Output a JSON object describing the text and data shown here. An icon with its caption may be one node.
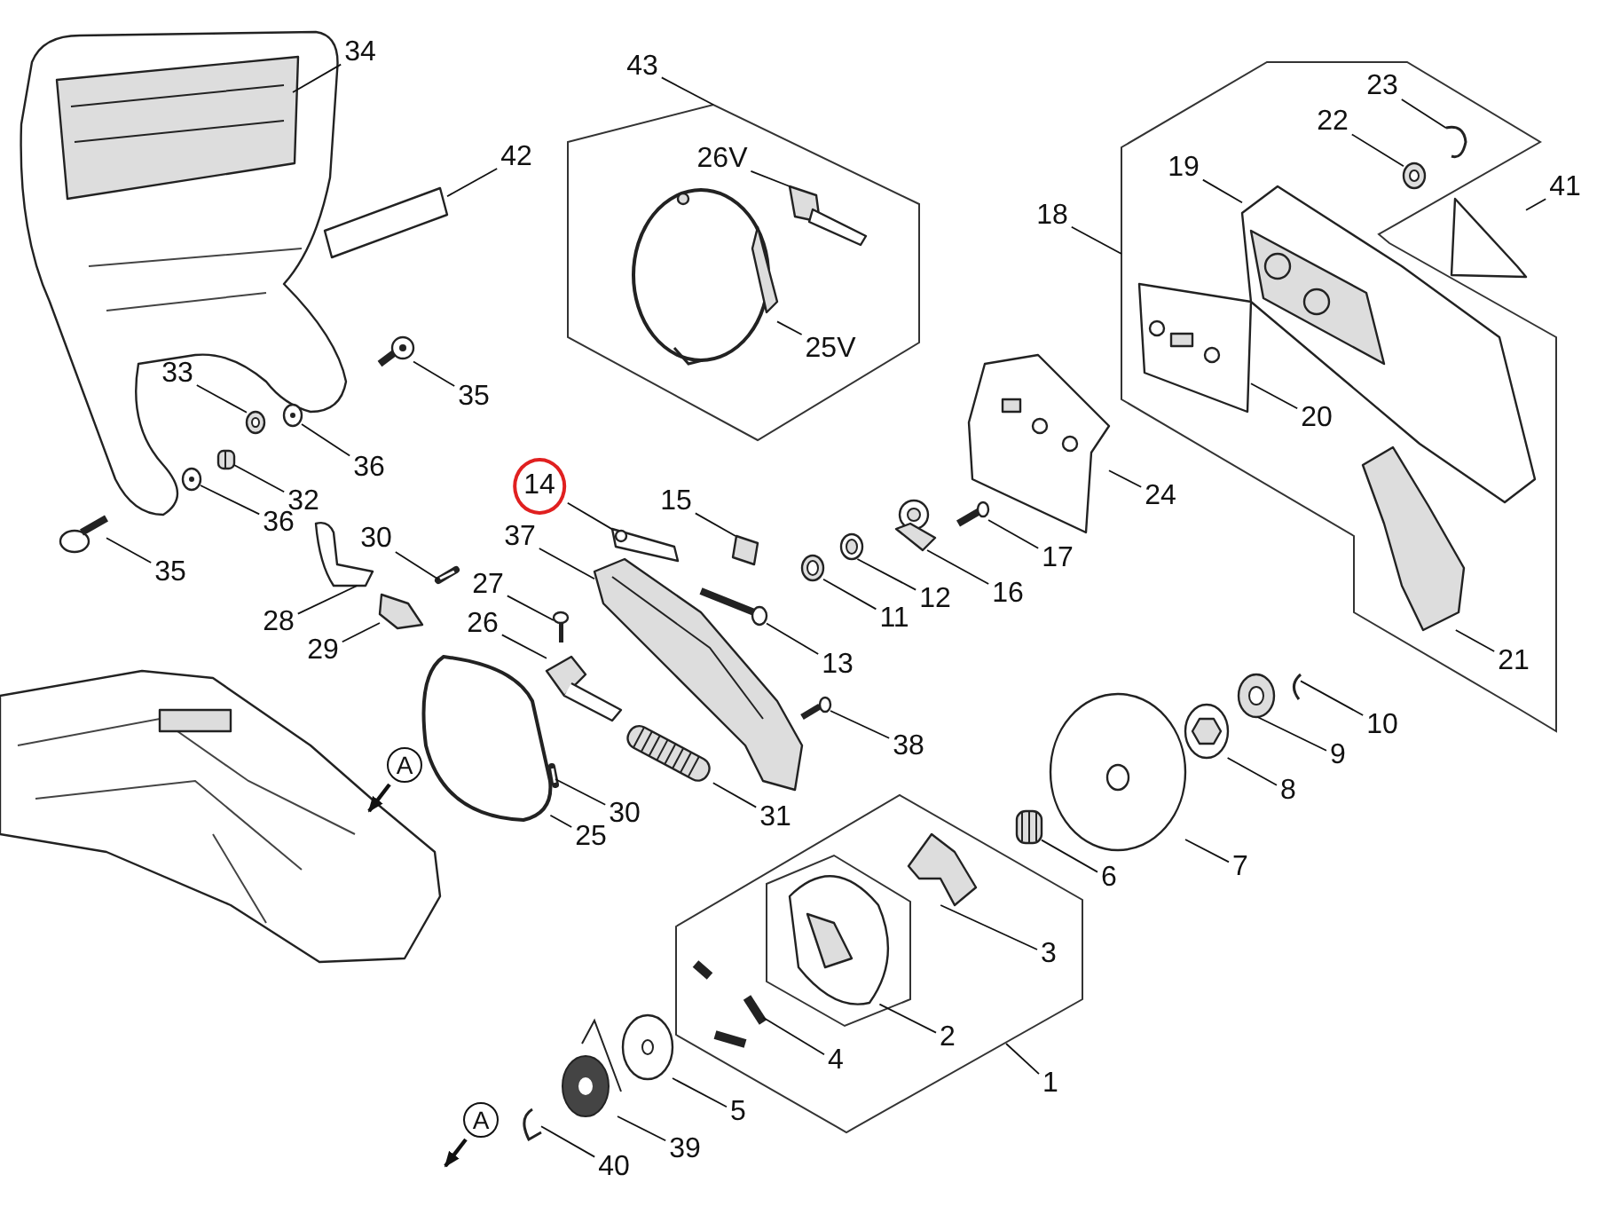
{
  "diagram": {
    "nodes": [
      {
        "text": [
          "34"
        ]
      },
      {
        "text": [
          "42"
        ]
      },
      {
        "text": [
          "43"
        ]
      },
      {
        "text": [
          "26V"
        ]
      },
      {
        "text": [
          "23"
        ]
      },
      {
        "text": [
          "22"
        ]
      },
      {
        "text": [
          "41"
        ]
      },
      {
        "text": [
          "19"
        ]
      },
      {
        "text": [
          "18"
        ]
      },
      {
        "text": [
          "25V"
        ]
      },
      {
        "text": [
          "33"
        ]
      },
      {
        "text": [
          "35"
        ]
      },
      {
        "text": [
          "20"
        ]
      },
      {
        "text": [
          "36"
        ]
      },
      {
        "text": [
          "14"
        ]
      },
      {
        "text": [
          "24"
        ]
      },
      {
        "text": [
          "32"
        ]
      },
      {
        "text": [
          "36"
        ]
      },
      {
        "text": [
          "15"
        ]
      },
      {
        "text": [
          "37"
        ]
      },
      {
        "text": [
          "30"
        ]
      },
      {
        "text": [
          "17"
        ]
      },
      {
        "text": [
          "35"
        ]
      },
      {
        "text": [
          "27"
        ]
      },
      {
        "text": [
          "16"
        ]
      },
      {
        "text": [
          "12"
        ]
      },
      {
        "text": [
          "11"
        ]
      },
      {
        "text": [
          "28"
        ]
      },
      {
        "text": [
          "26"
        ]
      },
      {
        "text": [
          "29"
        ]
      },
      {
        "text": [
          "21"
        ]
      },
      {
        "text": [
          "13"
        ]
      },
      {
        "text": [
          "10"
        ]
      },
      {
        "text": [
          "38"
        ]
      },
      {
        "text": [
          "9"
        ]
      },
      {
        "text": [
          "A"
        ]
      },
      {
        "text": [
          "8"
        ]
      },
      {
        "text": [
          "30"
        ]
      },
      {
        "text": [
          "31"
        ]
      },
      {
        "text": [
          "25"
        ]
      },
      {
        "text": [
          "7"
        ]
      },
      {
        "text": [
          "6"
        ]
      },
      {
        "text": [
          "3"
        ]
      },
      {
        "text": [
          "2"
        ]
      },
      {
        "text": [
          "4"
        ]
      },
      {
        "text": [
          "1"
        ]
      },
      {
        "text": [
          "5"
        ]
      },
      {
        "text": [
          "A"
        ]
      },
      {
        "text": [
          "39"
        ]
      },
      {
        "text": [
          "40"
        ]
      },
      {
        "text": [],
        "shape": "picture"
      },
      {
        "text": [],
        "shape": "picture"
      },
      {
        "text": [],
        "shape": "picture"
      },
      {
        "text": [],
        "shape": "picture"
      },
      {
        "text": [],
        "shape": "picture"
      },
      {
        "text": [],
        "shape": "picture"
      },
      {
        "text": [],
        "shape": "picture"
      },
      {
        "text": [],
        "shape": "picture"
      },
      {
        "text": [],
        "shape": "picture"
      },
      {
        "text": [],
        "shape": "picture"
      },
      {
        "text": [],
        "shape": "picture"
      },
      {
        "text": [],
        "shape": "picture"
      },
      {
        "text": [],
        "shape": "picture"
      },
      {
        "text": [],
        "shape": "picture"
      },
      {
        "text": [],
        "shape": "picture"
      },
      {
        "text": [],
        "shape": "picture"
      },
      {
        "text": [],
        "shape": "picture"
      },
      {
        "text": [],
        "shape": "picture"
      },
      {
        "text": [],
        "shape": "picture"
      },
      {
        "text": [],
        "shape": "picture"
      },
      {
        "text": [],
        "shape": "picture"
      },
      {
        "text": [],
        "shape": "picture"
      },
      {
        "text": [],
        "shape": "picture"
      },
      {
        "text": [],
        "shape": "picture"
      },
      {
        "text": [],
        "shape": "picture"
      },
      {
        "text": [],
        "shape": "picture"
      },
      {
        "text": [],
        "shape": "picture"
      },
      {
        "text": [],
        "shape": "picture"
      },
      {
        "text": [],
        "shape": "picture"
      },
      {
        "text": [],
        "shape": "picture"
      },
      {
        "text": [],
        "shape": "picture"
      },
      {
        "text": [],
        "shape": "picture"
      },
      {
        "text": [],
        "shape": "picture"
      },
      {
        "text": [],
        "shape": "picture"
      },
      {
        "text": [],
        "shape": "picture"
      },
      {
        "text": [],
        "shape": "picture"
      },
      {
        "text": [],
        "shape": "picture"
      },
      {
        "text": [],
        "shape": "picture"
      },
      {
        "text": [],
        "shape": "picture"
      },
      {
        "text": [],
        "shape": "picture"
      },
      {
        "text": [],
        "shape": "picture"
      },
      {
        "text": [],
        "shape": "picture"
      },
      {
        "text": [],
        "shape": "picture"
      },
      {
        "text": [],
        "shape": "picture"
      },
      {
        "text": [],
        "shape": "picture"
      },
      {
        "text": [],
        "shape": "picture"
      }
    ],
    "edges": [
      {
        "from": 0,
        "to": 50,
        "arrow": "none"
      },
      {
        "from": 1,
        "to": 51,
        "arrow": "none"
      },
      {
        "from": 2,
        "to": null,
        "arrow": "none"
      },
      {
        "from": 3,
        "to": 52,
        "arrow": "none"
      },
      {
        "from": 4,
        "to": 53,
        "arrow": "none"
      },
      {
        "from": 5,
        "to": 54,
        "arrow": "none"
      },
      {
        "from": 6,
        "to": 55,
        "arrow": "none"
      },
      {
        "from": 7,
        "to": 56,
        "arrow": "none"
      },
      {
        "from": 8,
        "to": null,
        "arrow": "none"
      },
      {
        "from": 9,
        "to": 57,
        "arrow": "none"
      },
      {
        "from": 10,
        "to": 58,
        "arrow": "none"
      },
      {
        "from": 11,
        "to": 59,
        "arrow": "none"
      },
      {
        "from": 12,
        "to": 60,
        "arrow": "none"
      },
      {
        "from": 13,
        "to": 61,
        "arrow": "none"
      },
      {
        "from": 14,
        "to": 62,
        "arrow": "none"
      },
      {
        "from": 15,
        "to": 63,
        "arrow": "none"
      },
      {
        "from": 16,
        "to": 64,
        "arrow": "none"
      },
      {
        "from": 17,
        "to": 65,
        "arrow": "none"
      },
      {
        "from": 18,
        "to": 66,
        "arrow": "none"
      },
      {
        "from": 19,
        "to": 67,
        "arrow": "none"
      },
      {
        "from": 20,
        "to": 68,
        "arrow": "none"
      },
      {
        "from": 21,
        "to": 69,
        "arrow": "none"
      },
      {
        "from": 22,
        "to": 70,
        "arrow": "none"
      },
      {
        "from": 23,
        "to": 71,
        "arrow": "none"
      },
      {
        "from": 24,
        "to": 72,
        "arrow": "none"
      },
      {
        "from": 25,
        "to": 73,
        "arrow": "none"
      },
      {
        "from": 26,
        "to": 74,
        "arrow": "none"
      },
      {
        "from": 27,
        "to": 75,
        "arrow": "none"
      },
      {
        "from": 28,
        "to": 76,
        "arrow": "none"
      },
      {
        "from": 29,
        "to": 77,
        "arrow": "none"
      },
      {
        "from": 30,
        "to": 78,
        "arrow": "none"
      },
      {
        "from": 31,
        "to": 79,
        "arrow": "none"
      },
      {
        "from": 32,
        "to": 80,
        "arrow": "none"
      },
      {
        "from": 33,
        "to": 81,
        "arrow": "none"
      },
      {
        "from": 34,
        "to": 82,
        "arrow": "none"
      },
      {
        "from": 35,
        "to": 83,
        "arrow": "to"
      },
      {
        "from": 36,
        "to": 84,
        "arrow": "none"
      },
      {
        "from": 37,
        "to": 85,
        "arrow": "none"
      },
      {
        "from": 38,
        "to": 86,
        "arrow": "none"
      },
      {
        "from": 39,
        "to": 87,
        "arrow": "none"
      },
      {
        "from": 40,
        "to": 88,
        "arrow": "none"
      },
      {
        "from": 41,
        "to": 89,
        "arrow": "none"
      },
      {
        "from": 42,
        "to": 90,
        "arrow": "none"
      },
      {
        "from": 43,
        "to": 91,
        "arrow": "none"
      },
      {
        "from": 44,
        "to": 92,
        "arrow": "none"
      },
      {
        "from": 45,
        "to": null,
        "arrow": "none"
      },
      {
        "from": 46,
        "to": 93,
        "arrow": "none"
      },
      {
        "from": 47,
        "to": null,
        "arrow": "to"
      },
      {
        "from": 48,
        "to": 94,
        "arrow": "none"
      },
      {
        "from": 49,
        "to": 95,
        "arrow": "none"
      }
    ]
  }
}
